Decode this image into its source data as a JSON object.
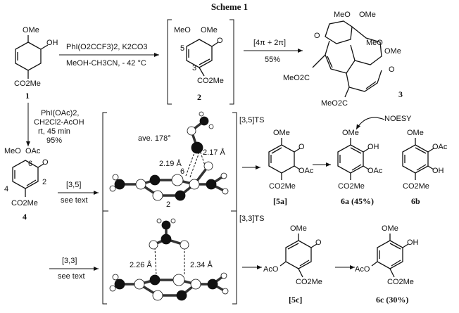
{
  "title": "Scheme 1",
  "compounds": {
    "c1": "1",
    "c2": "2",
    "c3": "3",
    "c4": "4",
    "c5a": "[5a]",
    "c6a": "6a (45%)",
    "c6b": "6b",
    "c5c": "[5c]",
    "c6c": "6c (30%)"
  },
  "groups": {
    "ome": "OMe",
    "oh": "OH",
    "oac": "OAc",
    "aco": "AcO",
    "co2me": "CO2Me",
    "meo2c": "MeO2C",
    "meo": "MeO",
    "o": "O"
  },
  "reagents": {
    "r1_line1": "PhI(O2CCF3)2, K2CO3",
    "r1_line2": "MeOH-CH3CN, - 42 °C",
    "r2_line1": "[4π + 2π]",
    "r2_line2": "55%",
    "r3_line1": "PhI(OAc)2,",
    "r3_line2": "CH2Cl2-AcOH",
    "r3_line3": "rt, 45 min",
    "r3_line4": "95%",
    "r4_line1": "[3,5]",
    "r4_line2": "see text",
    "r5_line1": "[3,3]",
    "r5_line2": "see text"
  },
  "ts": {
    "ts35": "[3,5]TS",
    "ts33": "[3,3]TS",
    "angle": "ave. 178°",
    "d1": "2.19 Å",
    "d2": "2.17 Å",
    "d3": "2.26 Å",
    "d4": "2.34 Å",
    "n6": "6",
    "n2": "2"
  },
  "numbering": {
    "n5": "5",
    "n3": "3",
    "n6": "6",
    "n4": "4",
    "n2": "2"
  },
  "noesy": "NOESY"
}
